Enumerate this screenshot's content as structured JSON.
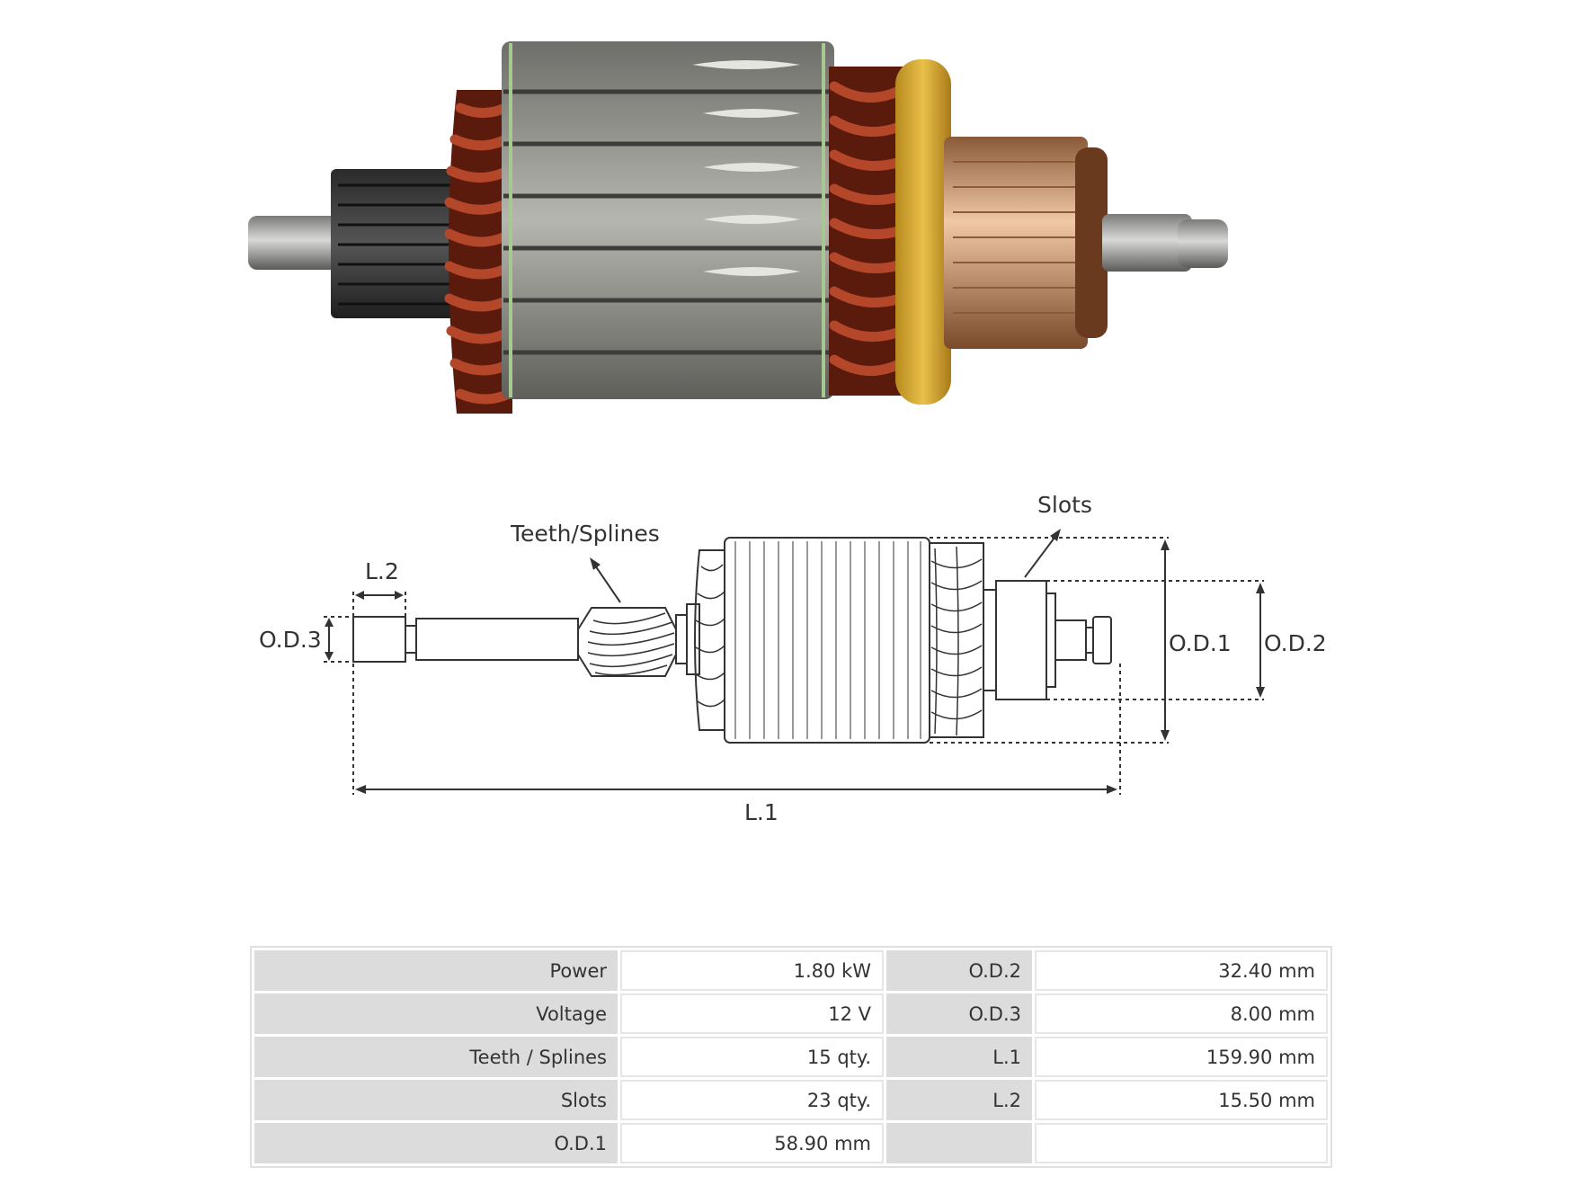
{
  "diagram": {
    "labels": {
      "teeth_splines": "Teeth/Splines",
      "slots": "Slots",
      "l2": "L.2",
      "od3": "O.D.3",
      "od1": "O.D.1",
      "od2": "O.D.2",
      "l1": "L.1"
    }
  },
  "specs": {
    "rows": [
      {
        "label": "Power",
        "value": "1.80 kW",
        "label2": "O.D.2",
        "value2": "32.40 mm"
      },
      {
        "label": "Voltage",
        "value": "12 V",
        "label2": "O.D.3",
        "value2": "8.00 mm"
      },
      {
        "label": "Teeth / Splines",
        "value": "15 qty.",
        "label2": "L.1",
        "value2": "159.90 mm"
      },
      {
        "label": "Slots",
        "value": "23 qty.",
        "label2": "L.2",
        "value2": "15.50 mm"
      },
      {
        "label": "O.D.1",
        "value": "58.90 mm",
        "label2": "",
        "value2": ""
      }
    ]
  },
  "colors": {
    "copper": "#a8401f",
    "steel": "#8e8e8a",
    "insulator": "#d8a832",
    "commutator": "#c88a58"
  }
}
